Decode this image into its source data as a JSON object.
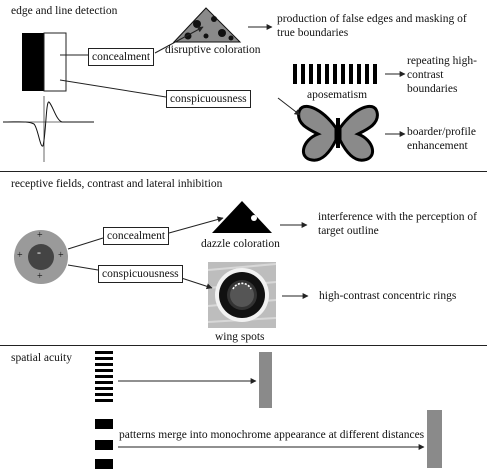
{
  "sections": [
    {
      "title": "edge and line detection",
      "concealment": "concealment",
      "conspicuousness": "conspicuousness",
      "disruptive": "disruptive coloration",
      "false_edges": "production of false edges and masking of true boundaries",
      "aposematism": "aposematism",
      "repeating": "repeating high-contrast boundaries",
      "boarder": "boarder/profile enhancement"
    },
    {
      "title": "receptive fields, contrast and lateral inhibition",
      "concealment": "concealment",
      "conspicuousness": "conspicuousness",
      "center_sign": "-",
      "surround_sign": "+",
      "dazzle": "dazzle coloration",
      "interference": "interference with the perception of target outline",
      "wing_spots": "wing spots",
      "concentric": "high-contrast concentric rings"
    },
    {
      "title": "spatial acuity",
      "merge": "patterns merge into monochrome appearance at different distances"
    }
  ],
  "colors": {
    "gray": "#8a8a8a",
    "black": "#000000",
    "line": "#222222"
  }
}
